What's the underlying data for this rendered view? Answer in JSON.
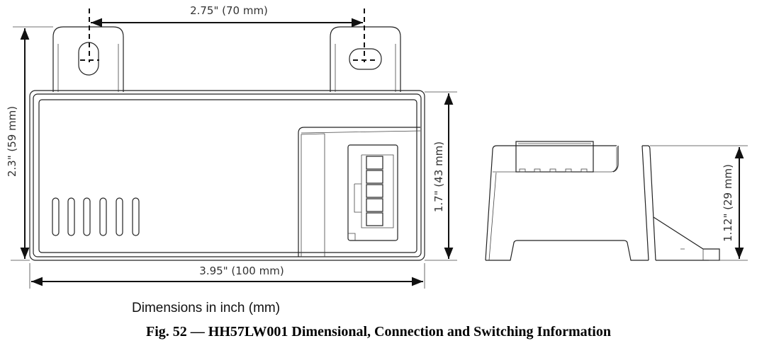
{
  "dimensions": {
    "mount_spacing": "2.75\" (70 mm)",
    "overall_height": "2.3\" (59 mm)",
    "body_height": "1.7\" (43 mm)",
    "overall_width": "3.95\" (100 mm)",
    "side_depth": "1.12\" (29 mm)"
  },
  "units_note": "Dimensions in inch (mm)",
  "figure_caption": "Fig. 52 — HH57LW001 Dimensional, Connection and Switching Information"
}
